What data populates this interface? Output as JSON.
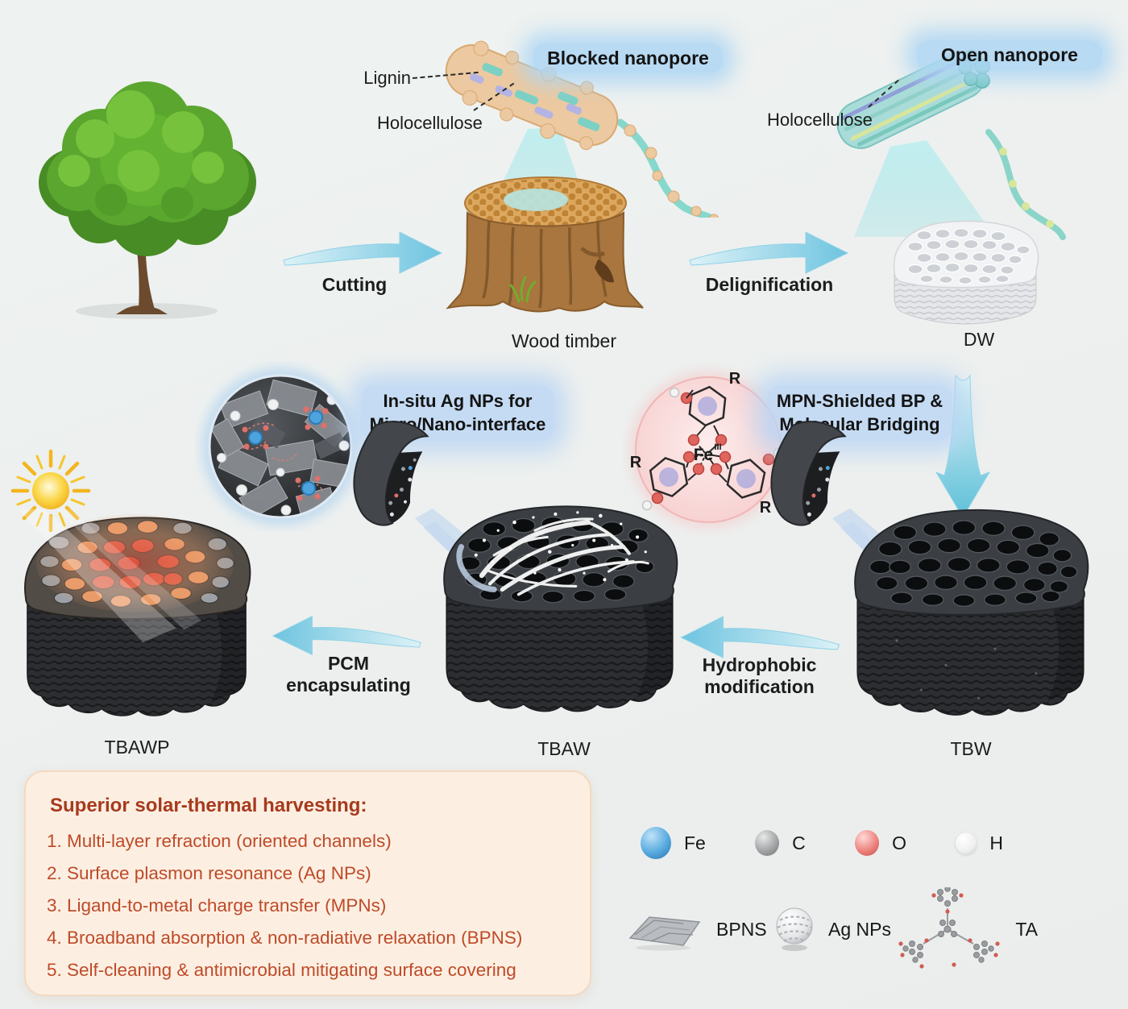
{
  "top": {
    "lignin": "Lignin",
    "holocellulose_blocked": "Holocellulose",
    "blocked_nanopore": "Blocked nanopore",
    "cutting": "Cutting",
    "wood_timber": "Wood timber",
    "delignification": "Delignification",
    "dw": "DW",
    "holocellulose_open": "Holocellulose",
    "open_nanopore": "Open nanopore"
  },
  "middle": {
    "insitu_line1": "In-situ Ag NPs for",
    "insitu_line2": "Micro/Nano-interface",
    "mpn_line1": "MPN-Shielded BP &",
    "mpn_line2": "Molecular Bridging",
    "fe": "Fe",
    "fe_valence": "III",
    "r": "R",
    "tbw": "TBW",
    "hydrophobic_line1": "Hydrophobic",
    "hydrophobic_line2": "modification",
    "tbaw": "TBAW",
    "pcm_line1": "PCM",
    "pcm_line2": "encapsulating",
    "tbawp": "TBAWP"
  },
  "summary": {
    "title": "Superior solar-thermal harvesting:",
    "items": [
      "1. Multi-layer refraction (oriented channels)",
      "2. Surface plasmon resonance (Ag NPs)",
      "3. Ligand-to-metal charge transfer (MPNs)",
      "4. Broadband absorption & non-radiative relaxation (BPNS)",
      "5. Self-cleaning & antimicrobial mitigating surface covering"
    ]
  },
  "legend": {
    "atoms": [
      {
        "label": "Fe",
        "color": "#57aadf"
      },
      {
        "label": "C",
        "color": "#9d9fa1"
      },
      {
        "label": "O",
        "color": "#ea7d78"
      },
      {
        "label": "H",
        "color": "#f0f0f0"
      }
    ],
    "materials": [
      {
        "label": "BPNS"
      },
      {
        "label": "Ag NPs"
      },
      {
        "label": "TA"
      }
    ]
  },
  "colors": {
    "background": "#edefee",
    "arrow": "#6ec4e0",
    "label_highlight": "#aed6f3",
    "summary_title": "#a63a1e",
    "summary_text": "#bf4a28",
    "wood_block_dark": "#2c2e31",
    "heat_red": "#dd5244"
  }
}
